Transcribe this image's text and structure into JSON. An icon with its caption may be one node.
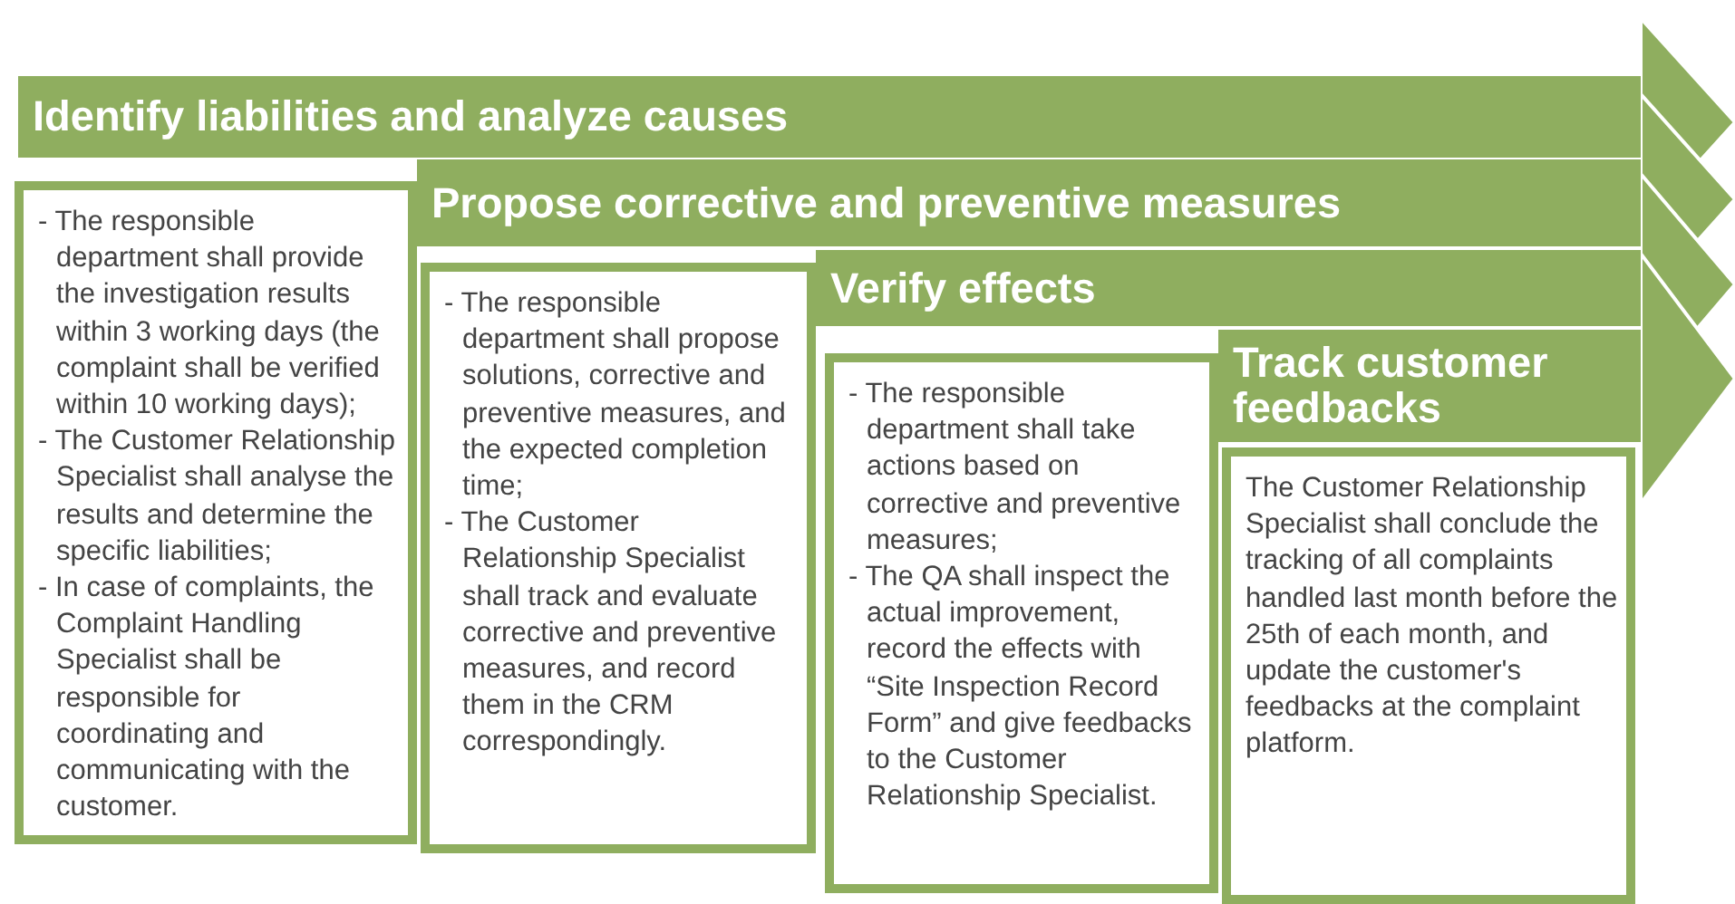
{
  "diagram": {
    "nodes": [
      {
        "text": [
          "Identify liabilities and analyze causes"
        ]
      },
      {
        "text": [
          "- The responsible department shall provide the investigation results within 3 working days (the complaint shall be verified within 10 working days);",
          "- The Customer Relationship Specialist shall analyse the results and determine the specific liabilities;",
          "- In case of complaints, the Complaint Handling Specialist shall be responsible for coordinating and communicating with the customer."
        ]
      },
      {
        "text": [
          "Propose corrective and preventive measures"
        ]
      },
      {
        "text": [
          "- The responsible department shall propose solutions, corrective and preventive measures, and the expected completion time;",
          "- The Customer Relationship Specialist shall track and evaluate corrective and preventive measures, and record them in the CRM correspondingly."
        ]
      },
      {
        "text": [
          "Verify effects"
        ]
      },
      {
        "text": [
          "- The responsible department shall take actions based on corrective and preventive measures;",
          "- The QA shall inspect the actual improvement, record the effects with “Site Inspection Record Form” and give feedbacks to the Customer Relationship Specialist."
        ]
      },
      {
        "text": [
          "Track customer feedbacks"
        ]
      },
      {
        "text": [
          "The Customer Relationship Specialist shall conclude the tracking of all complaints handled last month before the 25th of each month, and update the customer's feedbacks at the complaint platform."
        ]
      }
    ]
  }
}
